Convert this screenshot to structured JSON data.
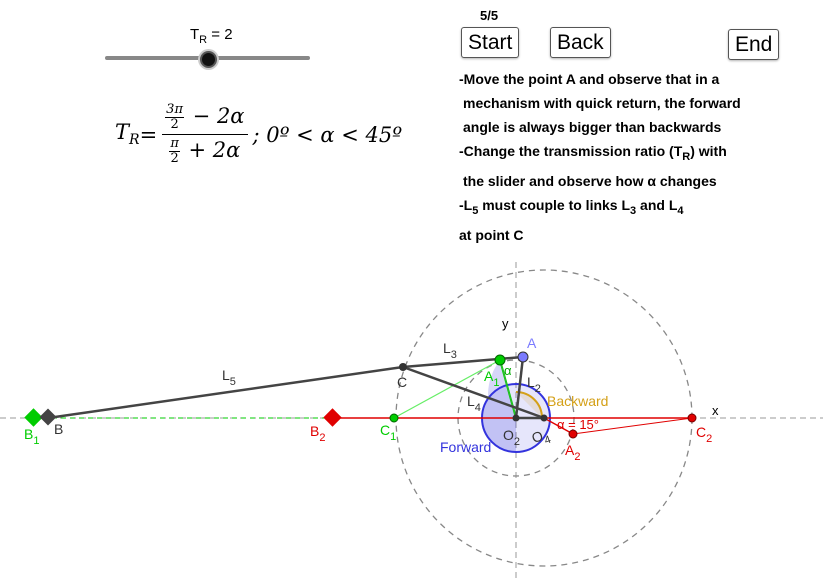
{
  "slider": {
    "label_main": "T",
    "label_sub": "R",
    "label_value": " = 2",
    "value": 2,
    "min": 1,
    "max": 3
  },
  "navigation": {
    "page": "5/5",
    "start_label": "Start",
    "back_label": "Back",
    "end_label": "End"
  },
  "formula": {
    "lhs_main": "T",
    "lhs_sub": "R",
    "equals": " = ",
    "num_frac_top": "3π",
    "num_frac_bottom": "2",
    "num_rest": " − 2α",
    "den_frac_top": "π",
    "den_frac_bottom": "2",
    "den_rest": " + 2α",
    "condition": "; 0º < α < 45º"
  },
  "instructions": {
    "line1": "-Move the point A and observe that in a",
    "line2": "mechanism with quick return, the forward",
    "line3": "angle is always bigger than backwards",
    "line4a": "-Change the transmission ratio (T",
    "line4sub": "R",
    "line4b": ") with",
    "line5": "the slider and observe how  α changes",
    "line6a": "-L",
    "line6sub1": "5",
    "line6b": " must couple to links L",
    "line6sub2": "3",
    "line6c": " and L",
    "line6sub3": "4",
    "line7": "at point C"
  },
  "diagram": {
    "axis_x": "x",
    "axis_y": "y",
    "link_L5": "L",
    "link_L5_sub": "5",
    "link_L3": "L",
    "link_L3_sub": "3",
    "link_L4": "L",
    "link_L4_sub": "4",
    "link_L2": "L",
    "link_L2_sub": "2",
    "point_A": "A",
    "point_A1": "A",
    "point_A1_sub": "1",
    "point_A2": "A",
    "point_A2_sub": "2",
    "point_B": "B",
    "point_B1": "B",
    "point_B1_sub": "1",
    "point_B2": "B",
    "point_B2_sub": "2",
    "point_C": "C",
    "point_C1": "C",
    "point_C1_sub": "1",
    "point_C2": "C",
    "point_C2_sub": "2",
    "point_O2": "O",
    "point_O2_sub": "2",
    "point_O4": "O",
    "point_O4_sub": "4",
    "alpha_label": "α",
    "alpha_value_label": "α = 15°",
    "forward_label": "Forward",
    "backward_label": "Backward",
    "colors": {
      "green": "#00cc00",
      "red": "#e00000",
      "blue": "#3333dd",
      "point_a": "#7b7bff",
      "backward": "#d4a017",
      "link": "#444444",
      "dashed": "#888888"
    }
  }
}
